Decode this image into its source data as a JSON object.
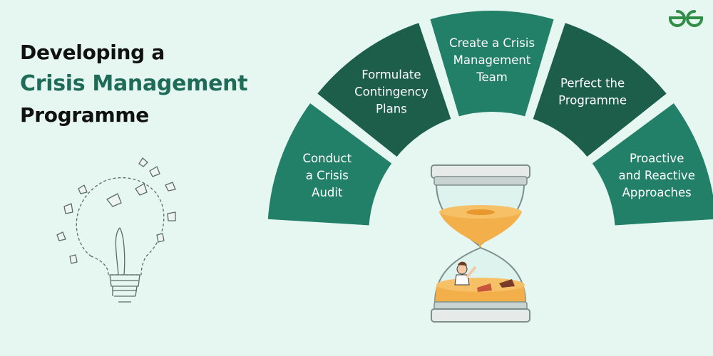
{
  "title": {
    "line1": "Developing a",
    "line2": "Crisis Management",
    "line3": "Programme"
  },
  "colors": {
    "background": "#e6f7f2",
    "segment_mid": "#238068",
    "segment_dark": "#1d5e4b",
    "accent_text": "#1e6b57",
    "sand": "#f3b04a"
  },
  "steps": [
    {
      "lines": [
        "Conduct",
        "a Crisis",
        "Audit"
      ],
      "shade": "mid"
    },
    {
      "lines": [
        "Formulate",
        "Contingency",
        "Plans"
      ],
      "shade": "dark"
    },
    {
      "lines": [
        "Create a Crisis",
        "Management",
        "Team"
      ],
      "shade": "mid"
    },
    {
      "lines": [
        "Perfect the",
        "Programme"
      ],
      "shade": "dark"
    },
    {
      "lines": [
        "Proactive",
        "and Reactive",
        "Approaches"
      ],
      "shade": "mid"
    }
  ],
  "icons": {
    "logo": "gfg-logo-icon",
    "hourglass": "hourglass-icon",
    "bulb": "broken-lightbulb-icon"
  }
}
